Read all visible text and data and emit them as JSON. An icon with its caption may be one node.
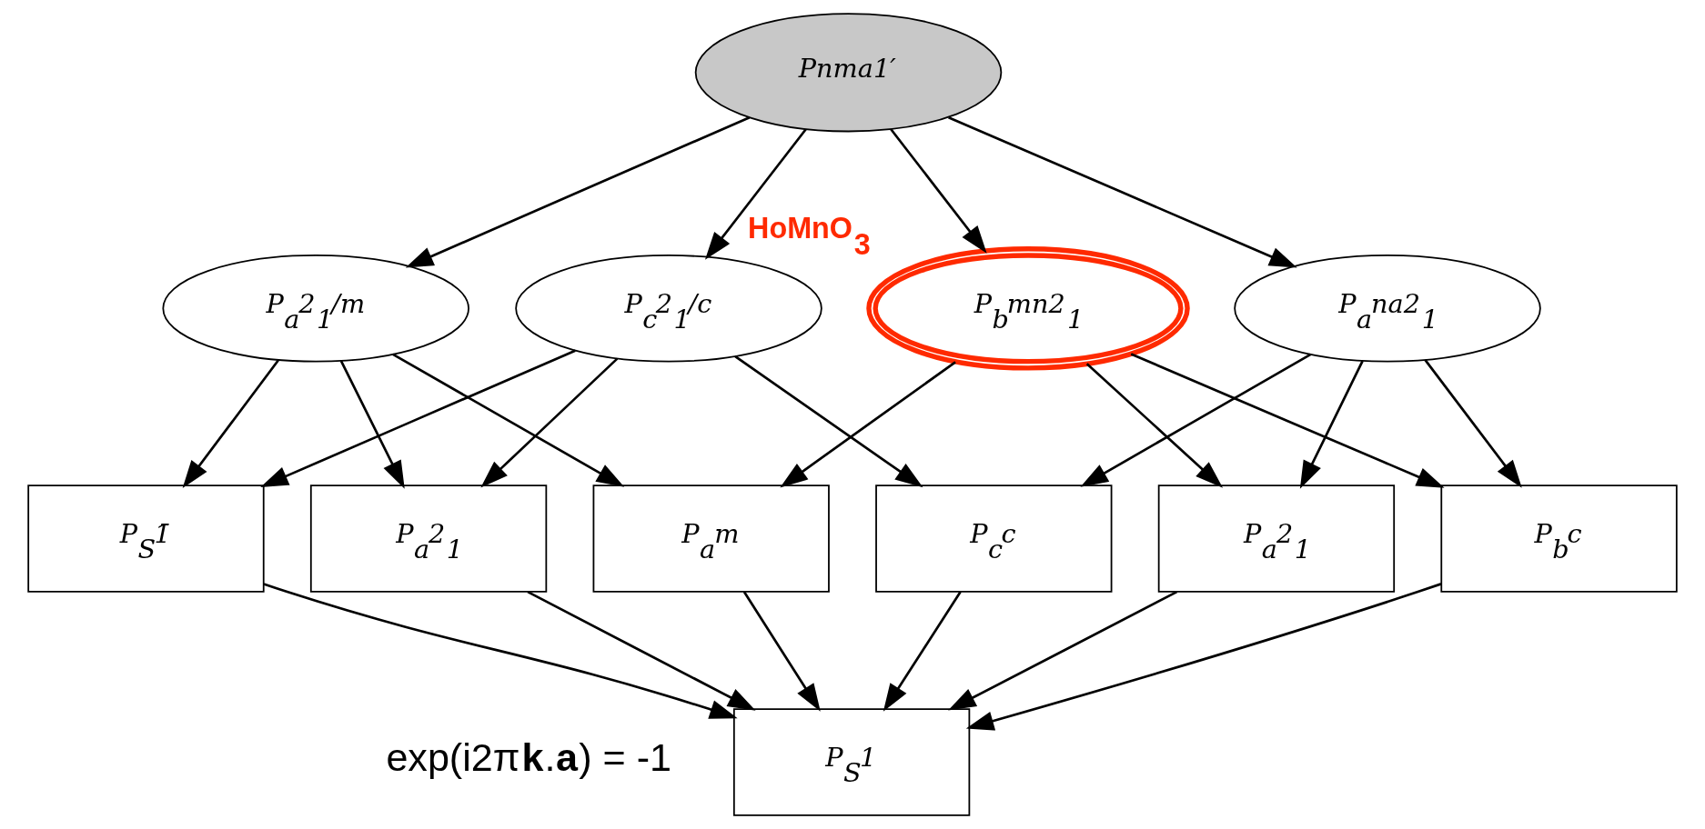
{
  "diagram": {
    "nodes": [
      {
        "text": [
          "Pnma1′"
        ]
      },
      {
        "text": [
          "P$_{a}$2$_{1}$/m"
        ]
      },
      {
        "text": [
          "P$_{c}$2$_{1}$/c"
        ]
      },
      {
        "text": [
          "P$_{b}$mn2$_{1}$"
        ],
        "beside": [
          "HoMnO$_{3}$"
        ]
      },
      {
        "text": [
          "P$_{a}$na2$_{1}$"
        ]
      },
      {
        "text": [
          "P$_{S}$1̄"
        ]
      },
      {
        "text": [
          "P$_{a}$2$_{1}$"
        ]
      },
      {
        "text": [
          "P$_{a}$m"
        ]
      },
      {
        "text": [
          "P$_{c}$c"
        ]
      },
      {
        "text": [
          "P$_{a}$2$_{1}$"
        ]
      },
      {
        "text": [
          "P$_{b}$c"
        ]
      },
      {
        "text": [
          "P$_{S}$1"
        ]
      }
    ],
    "edges": [
      {
        "from": 0,
        "to": 1,
        "arrow": "to"
      },
      {
        "from": 0,
        "to": 2,
        "arrow": "to"
      },
      {
        "from": 0,
        "to": 3,
        "arrow": "to"
      },
      {
        "from": 0,
        "to": 4,
        "arrow": "to"
      },
      {
        "from": 1,
        "to": 5,
        "arrow": "to"
      },
      {
        "from": 1,
        "to": 6,
        "arrow": "to"
      },
      {
        "from": 1,
        "to": 7,
        "arrow": "to"
      },
      {
        "from": 2,
        "to": 5,
        "arrow": "to"
      },
      {
        "from": 2,
        "to": 6,
        "arrow": "to"
      },
      {
        "from": 2,
        "to": 8,
        "arrow": "to"
      },
      {
        "from": 3,
        "to": 7,
        "arrow": "to"
      },
      {
        "from": 3,
        "to": 9,
        "arrow": "to"
      },
      {
        "from": 3,
        "to": 10,
        "arrow": "to"
      },
      {
        "from": 4,
        "to": 8,
        "arrow": "to"
      },
      {
        "from": 4,
        "to": 9,
        "arrow": "to"
      },
      {
        "from": 4,
        "to": 10,
        "arrow": "to"
      },
      {
        "from": 5,
        "to": 11,
        "arrow": "to"
      },
      {
        "from": 6,
        "to": 11,
        "arrow": "to"
      },
      {
        "from": 7,
        "to": 11,
        "arrow": "to"
      },
      {
        "from": 8,
        "to": 11,
        "arrow": "to"
      },
      {
        "from": 9,
        "to": 11,
        "arrow": "to"
      },
      {
        "from": 10,
        "to": 11,
        "arrow": "to"
      }
    ],
    "labels": [
      "exp(i2π**k**.**a**) = -1"
    ]
  }
}
